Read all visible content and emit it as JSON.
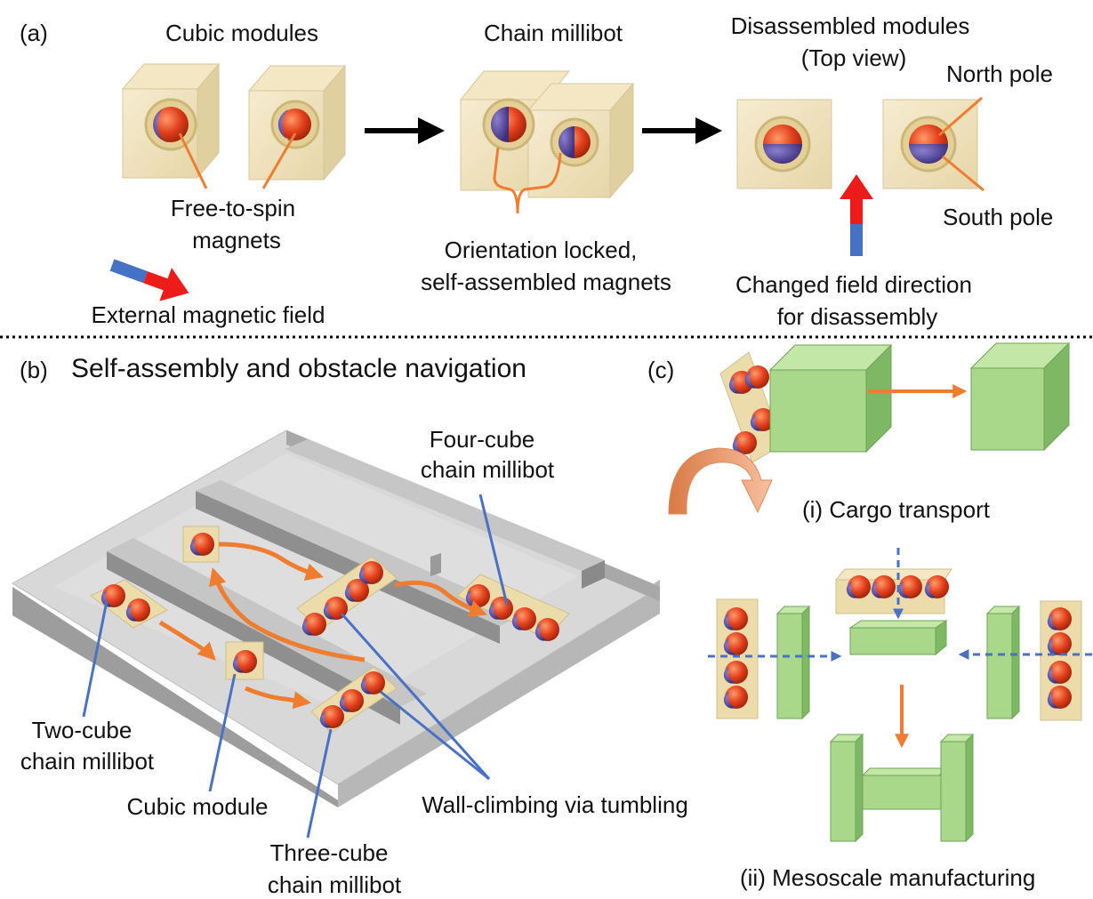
{
  "panel_a": {
    "label": "(a)",
    "cubic_modules": "Cubic modules",
    "chain_millibot": "Chain millibot",
    "disassembled_line1": "Disassembled modules",
    "disassembled_line2": "(Top view)",
    "north_pole": "North pole",
    "south_pole": "South pole",
    "free_to_spin_line1": "Free-to-spin",
    "free_to_spin_line2": "magnets",
    "orientation_line1": "Orientation locked,",
    "orientation_line2": "self-assembled magnets",
    "changed_field_line1": "Changed field direction",
    "changed_field_line2": "for disassembly",
    "external_field": "External magnetic field"
  },
  "panel_b": {
    "label": "(b)",
    "title": "Self-assembly and obstacle navigation",
    "four_cube_line1": "Four-cube",
    "four_cube_line2": "chain millibot",
    "two_cube_line1": "Two-cube",
    "two_cube_line2": "chain millibot",
    "cubic_module": "Cubic module",
    "three_cube_line1": "Three-cube",
    "three_cube_line2": "chain millibot",
    "wall_climbing": "Wall-climbing via tumbling"
  },
  "panel_c": {
    "label": "(c)",
    "cargo_transport": "(i)  Cargo transport",
    "mesoscale": "(ii)  Mesoscale manufacturing"
  },
  "colors": {
    "cube_fill": "#efe3bf",
    "magnet_red": "#e2401c",
    "magnet_blue": "#4a3d8a",
    "callout_orange": "#ef7d30",
    "callout_blue": "#4a72c4",
    "field_red": "#ee1b1b",
    "field_blue": "#4472c4",
    "cargo_green": "#a9d88a"
  }
}
